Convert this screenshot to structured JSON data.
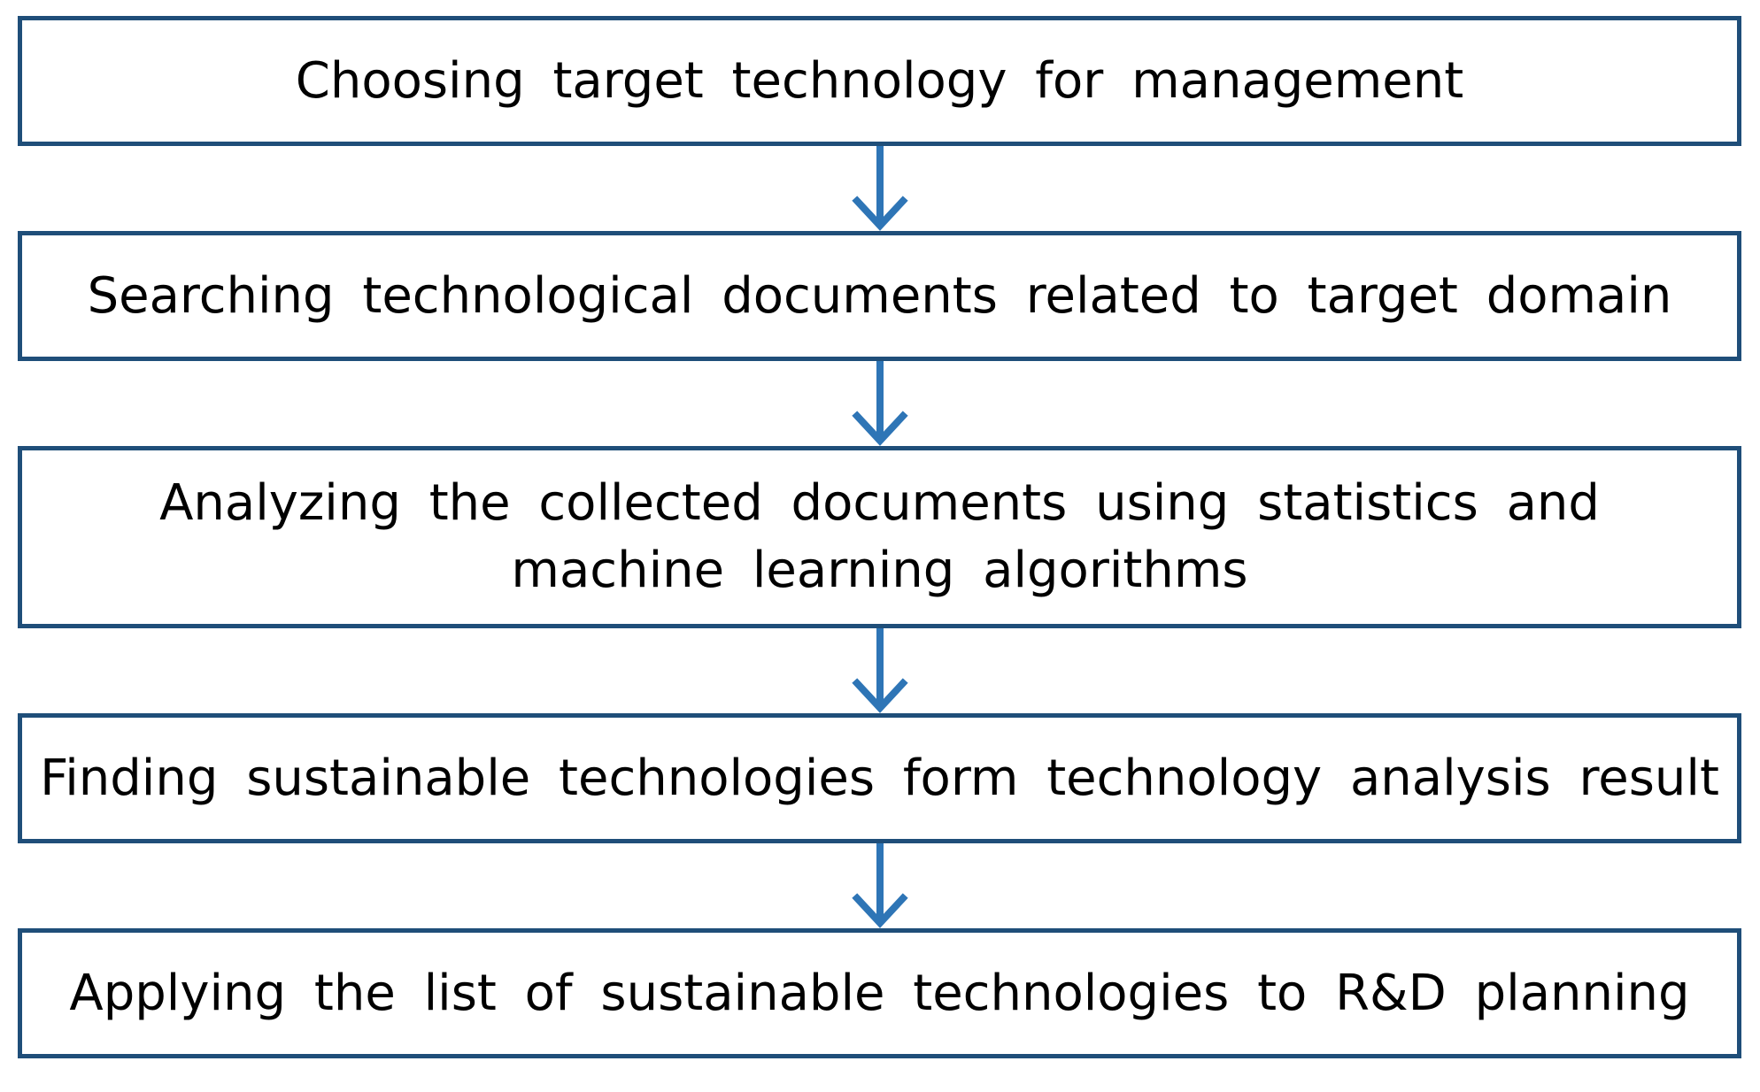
{
  "colors": {
    "box_border": "#1f4e79",
    "arrow": "#2e75b6",
    "text": "#000000",
    "background": "#ffffff"
  },
  "steps": [
    {
      "text": "Choosing target technology for management"
    },
    {
      "text": "Searching technological documents related to target domain"
    },
    {
      "text": "Analyzing the collected documents using statistics and machine learning algorithms"
    },
    {
      "text": "Finding sustainable technologies form technology analysis result"
    },
    {
      "text": "Applying the list of sustainable technologies to R&D planning"
    }
  ],
  "arrows": [
    {
      "from": 1,
      "to": 2,
      "icon": "arrow-down-icon"
    },
    {
      "from": 2,
      "to": 3,
      "icon": "arrow-down-icon"
    },
    {
      "from": 3,
      "to": 4,
      "icon": "arrow-down-icon"
    },
    {
      "from": 4,
      "to": 5,
      "icon": "arrow-down-icon"
    }
  ]
}
